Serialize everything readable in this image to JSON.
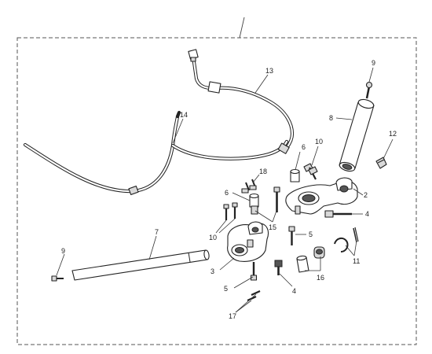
{
  "diagram": {
    "callouts": {
      "c2": "2",
      "c3": "3",
      "c4a": "4",
      "c4b": "4",
      "c5a": "5",
      "c5b": "5",
      "c6a": "6",
      "c6b": "6",
      "c7": "7",
      "c8": "8",
      "c9a": "9",
      "c9b": "9",
      "c10a": "10",
      "c10b": "10",
      "c11": "11",
      "c12": "12",
      "c13": "13",
      "c14": "14",
      "c15": "15",
      "c16": "16",
      "c17": "17",
      "c18": "18"
    }
  }
}
